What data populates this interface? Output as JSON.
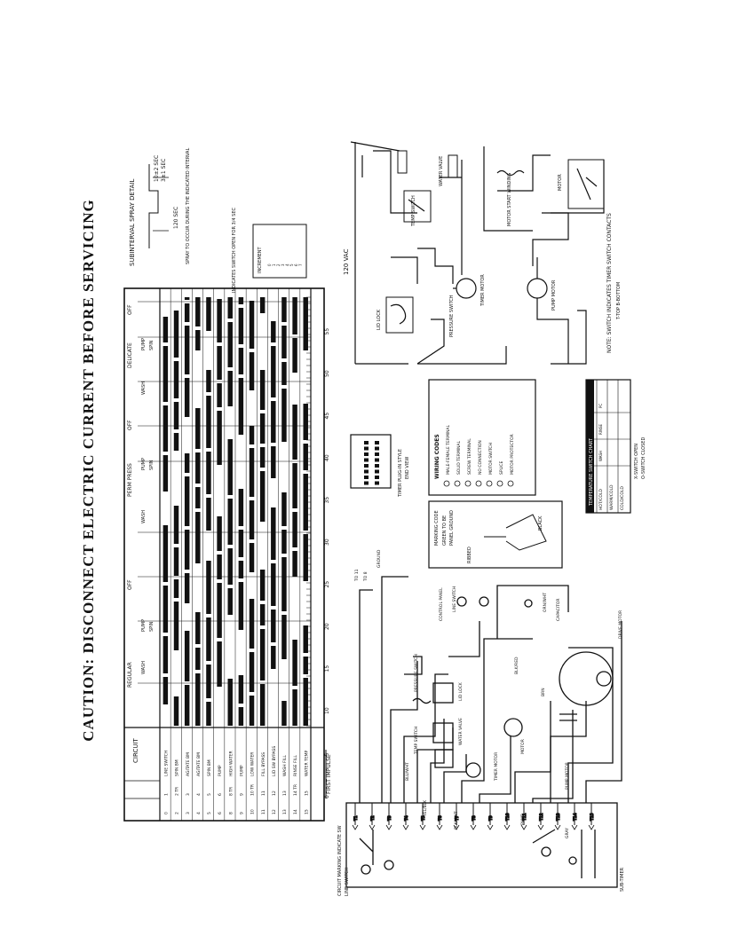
{
  "caution": "CAUTION: DISCONNECT ELECTRIC CURRENT BEFORE SERVICING",
  "chart": {
    "circuit_header": "CIRCUIT",
    "cycles": [
      {
        "label": "REGULAR",
        "subs": [
          "WASH",
          "PUMP",
          "SPIN"
        ]
      },
      {
        "label": "PERM PRESS",
        "subs": [
          "WASH",
          "PUMP",
          "SPIN"
        ]
      },
      {
        "label": "DELICATE",
        "subs": [
          "WASH",
          "PUMP",
          "SPIN"
        ]
      }
    ],
    "off_label": "OFF",
    "rows": [
      {
        "num": "0",
        "term": "1",
        "name": "LINE SWITCH"
      },
      {
        "num": "2",
        "term": "2 TR",
        "name": "SPIN BM"
      },
      {
        "num": "3",
        "term": "3",
        "name": "AGITATE BM"
      },
      {
        "num": "4",
        "term": "4",
        "name": "AGITATE BM"
      },
      {
        "num": "5",
        "term": "5",
        "name": "SPIN BM"
      },
      {
        "num": "6",
        "term": "6",
        "name": "PUMP"
      },
      {
        "num": "8",
        "term": "8 TR",
        "name": "HIGH WATER"
      },
      {
        "num": "9",
        "term": "9",
        "name": "PUMP"
      },
      {
        "num": "10",
        "term": "10 TR",
        "name": "LOW WATER"
      },
      {
        "num": "11",
        "term": "11",
        "name": "FILL BYPASS"
      },
      {
        "num": "12",
        "term": "12",
        "name": "LID SW BYPASS"
      },
      {
        "num": "13",
        "term": "13",
        "name": "WASH FILL"
      },
      {
        "num": "14",
        "term": "14 TR",
        "name": "RINSE FILL"
      },
      {
        "num": "15",
        "term": "15",
        "name": "WATER TEMP"
      }
    ],
    "ticks": [
      "0",
      "5",
      "10",
      "15",
      "20",
      "25",
      "30",
      "35",
      "40",
      "45",
      "50",
      "55"
    ],
    "first_impulse": "FIRST IMPULSE"
  },
  "spray_detail": {
    "title": "SUBINTERVAL SPRAY DETAIL",
    "timing1": "10±2 SEC",
    "timing2": "3±1 SEC",
    "timing3": "120 SEC",
    "note": "SPRAY TO OCCUR DURING THE INDICATED INTERVAL"
  },
  "pushed_note": "INDICATES SWITCH OPEN FOR 3/4 SEC",
  "legend_small": {
    "title": "INCREMENT",
    "rows": [
      "0",
      "1",
      "2",
      "3",
      "4",
      "5",
      "6",
      "7"
    ]
  },
  "schematic": {
    "vac": "120 VAC",
    "parts": {
      "temp_switch": "TEMP SWITCH",
      "water_valve": "WATER VALVE",
      "motor_start_winding": "MOTOR START WINDING",
      "motor": "MOTOR",
      "timer_motor": "TIMER MOTOR",
      "pump_motor": "PUMP MOTOR",
      "lid_lock": "LID LOCK",
      "pressure_switch": "PRESSURE SWITCH"
    },
    "note": "NOTE: SWITCH INDICATES TIMER SWITCH CONTACTS",
    "note2": "T-TOP  B-BOTTOM"
  },
  "timer_plug": {
    "title": "TIMER PLUG-IN STYLE",
    "subtitle": "END VIEW"
  },
  "marking": {
    "title": "MARKING CODE",
    "line1": "GREEN TO BE",
    "line2": "PANEL GROUND",
    "line3": "BLACK",
    "label": "RIBBED"
  },
  "wiring_codes": {
    "title": "WIRING CODES",
    "items": [
      "MALE-FEMALE TERMINAL",
      "SOLID TERMINAL",
      "SCREW TERMINAL",
      "NO CONNECTION",
      "MOTOR SWITCH",
      "SPLICE",
      "MOTOR PROTECTOR"
    ]
  },
  "temp_chart": {
    "title": "TEMPERATURE SWITCH CHART",
    "cols": [
      "WASH",
      "RINSE",
      "PC"
    ],
    "rows": [
      "HOT/COLD",
      "WARM/COLD",
      "COLD/COLD"
    ],
    "foot1": "X-SWITCH OPEN",
    "foot2": "O-SWITCH CLOSED"
  },
  "wiring": {
    "labels": [
      "TO 11",
      "TO 8",
      "GROUND",
      "CONTROL PANEL",
      "LINE SWITCH",
      "ORN/WHT",
      "CAPACITOR",
      "BLK/RED",
      "BRN",
      "LID LOCK",
      "PRESSURE SWITCH",
      "TEMP SWITCH",
      "WATER VALVE",
      "TIMER MOTOR",
      "PUMP MOTOR",
      "MOTOR",
      "BLU/WHT",
      "YEL/BLK",
      "BLK/WHT",
      "PUMP",
      "GRAY",
      "DRIVE MOTOR"
    ],
    "terms": [
      "T1",
      "T2",
      "T3",
      "T4",
      "T5",
      "T6",
      "T7",
      "T8",
      "T9",
      "T10",
      "T11",
      "T12",
      "T13",
      "T14",
      "T15"
    ],
    "bottom_label": "CIRCUIT MARKING INDICATE SW",
    "line_switch": "LINE SWITCH",
    "timer_label": "SUB-TIMER"
  }
}
